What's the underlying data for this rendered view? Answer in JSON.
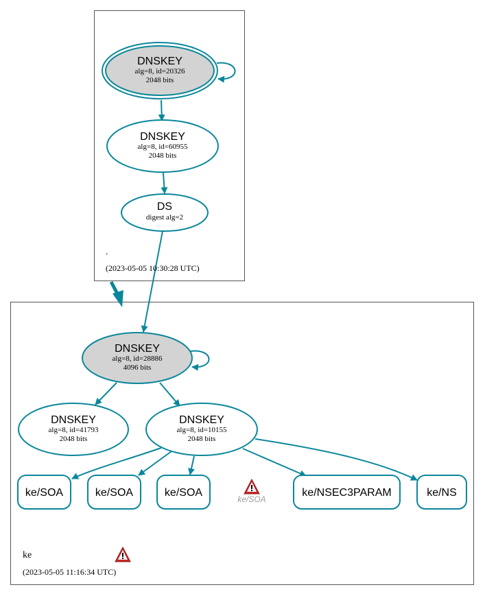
{
  "colors": {
    "edge": "#0a879a",
    "node_fill_ksk": "#d3d3d3",
    "node_fill": "#ffffff",
    "box_stroke": "#555555",
    "warning_red": "#c62828",
    "warning_label": "#9e9e9e"
  },
  "root_zone": {
    "name": ".",
    "timestamp": "(2023-05-05 10:30:28 UTC)",
    "ksk": {
      "title": "DNSKEY",
      "line1": "alg=8, id=20326",
      "line2": "2048 bits"
    },
    "zsk": {
      "title": "DNSKEY",
      "line1": "alg=8, id=60955",
      "line2": "2048 bits"
    },
    "ds": {
      "title": "DS",
      "line1": "digest alg=2"
    }
  },
  "ke_zone": {
    "name": "ke",
    "timestamp": "(2023-05-05 11:16:34 UTC)",
    "warning_icon": "warning-triangle-icon",
    "ksk": {
      "title": "DNSKEY",
      "line1": "alg=8, id=28886",
      "line2": "4096 bits"
    },
    "key_a": {
      "title": "DNSKEY",
      "line1": "alg=8, id=41793",
      "line2": "2048 bits"
    },
    "key_b": {
      "title": "DNSKEY",
      "line1": "alg=8, id=10155",
      "line2": "2048 bits"
    },
    "records": [
      "ke/SOA",
      "ke/SOA",
      "ke/SOA",
      "ke/NSEC3PARAM",
      "ke/NS"
    ],
    "warning_record_label": "ke/SOA"
  }
}
